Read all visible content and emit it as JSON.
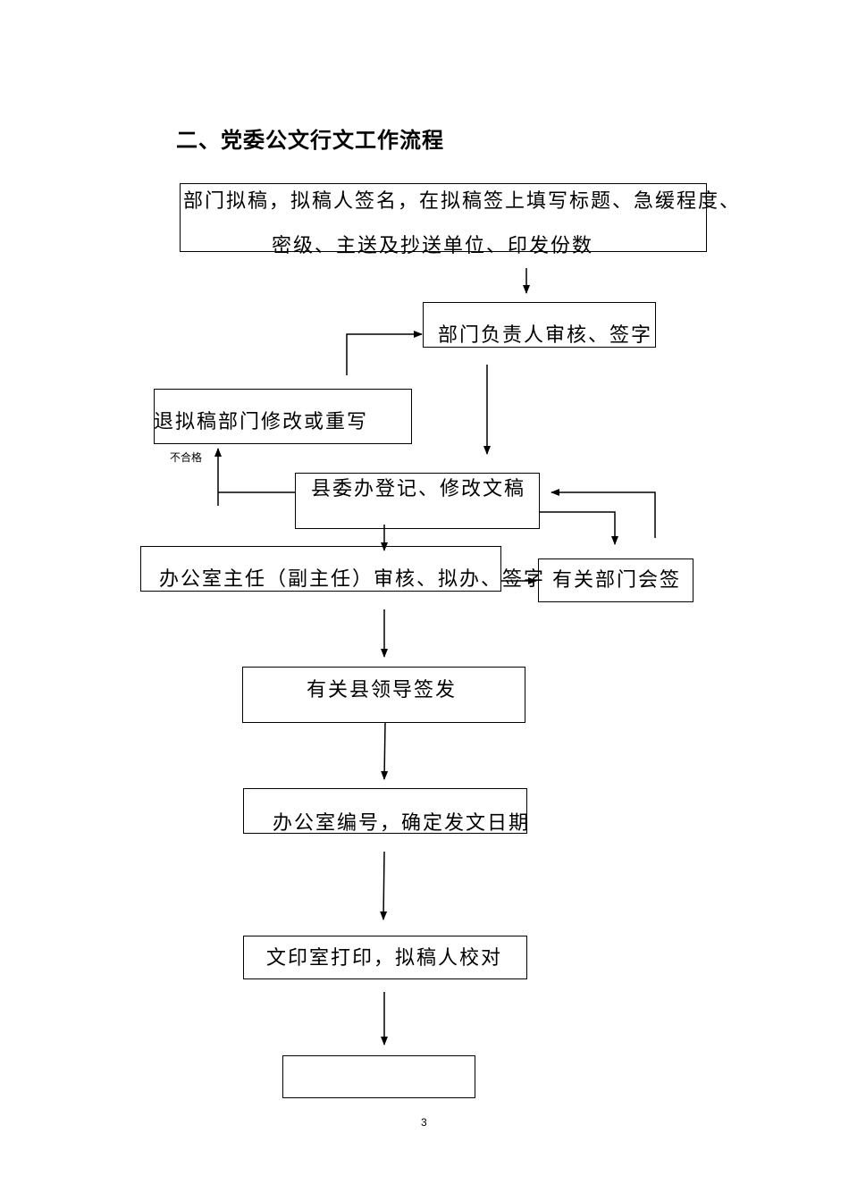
{
  "title": "二、党委公文行文工作流程",
  "steps": {
    "draft_line1": "部门拟稿，拟稿人签名，在拟稿签上填写标题、急缓程度、",
    "draft_line2": "密级、主送及抄送单位、印发份数",
    "dept_review": "部门负责人审核、签字",
    "return_revise": "退拟稿部门修改或重写",
    "county_register": "县委办登记、修改文稿",
    "director_review": "办公室主任（副主任）审核、拟办、签字",
    "countersign": "有关部门会签",
    "leader_sign": "有关县领导签发",
    "numbering": "办公室编号，确定发文日期",
    "printing": "文印室打印，拟稿人校对",
    "final": ""
  },
  "labels": {
    "unqualified": "不合格"
  },
  "page_number": "3"
}
